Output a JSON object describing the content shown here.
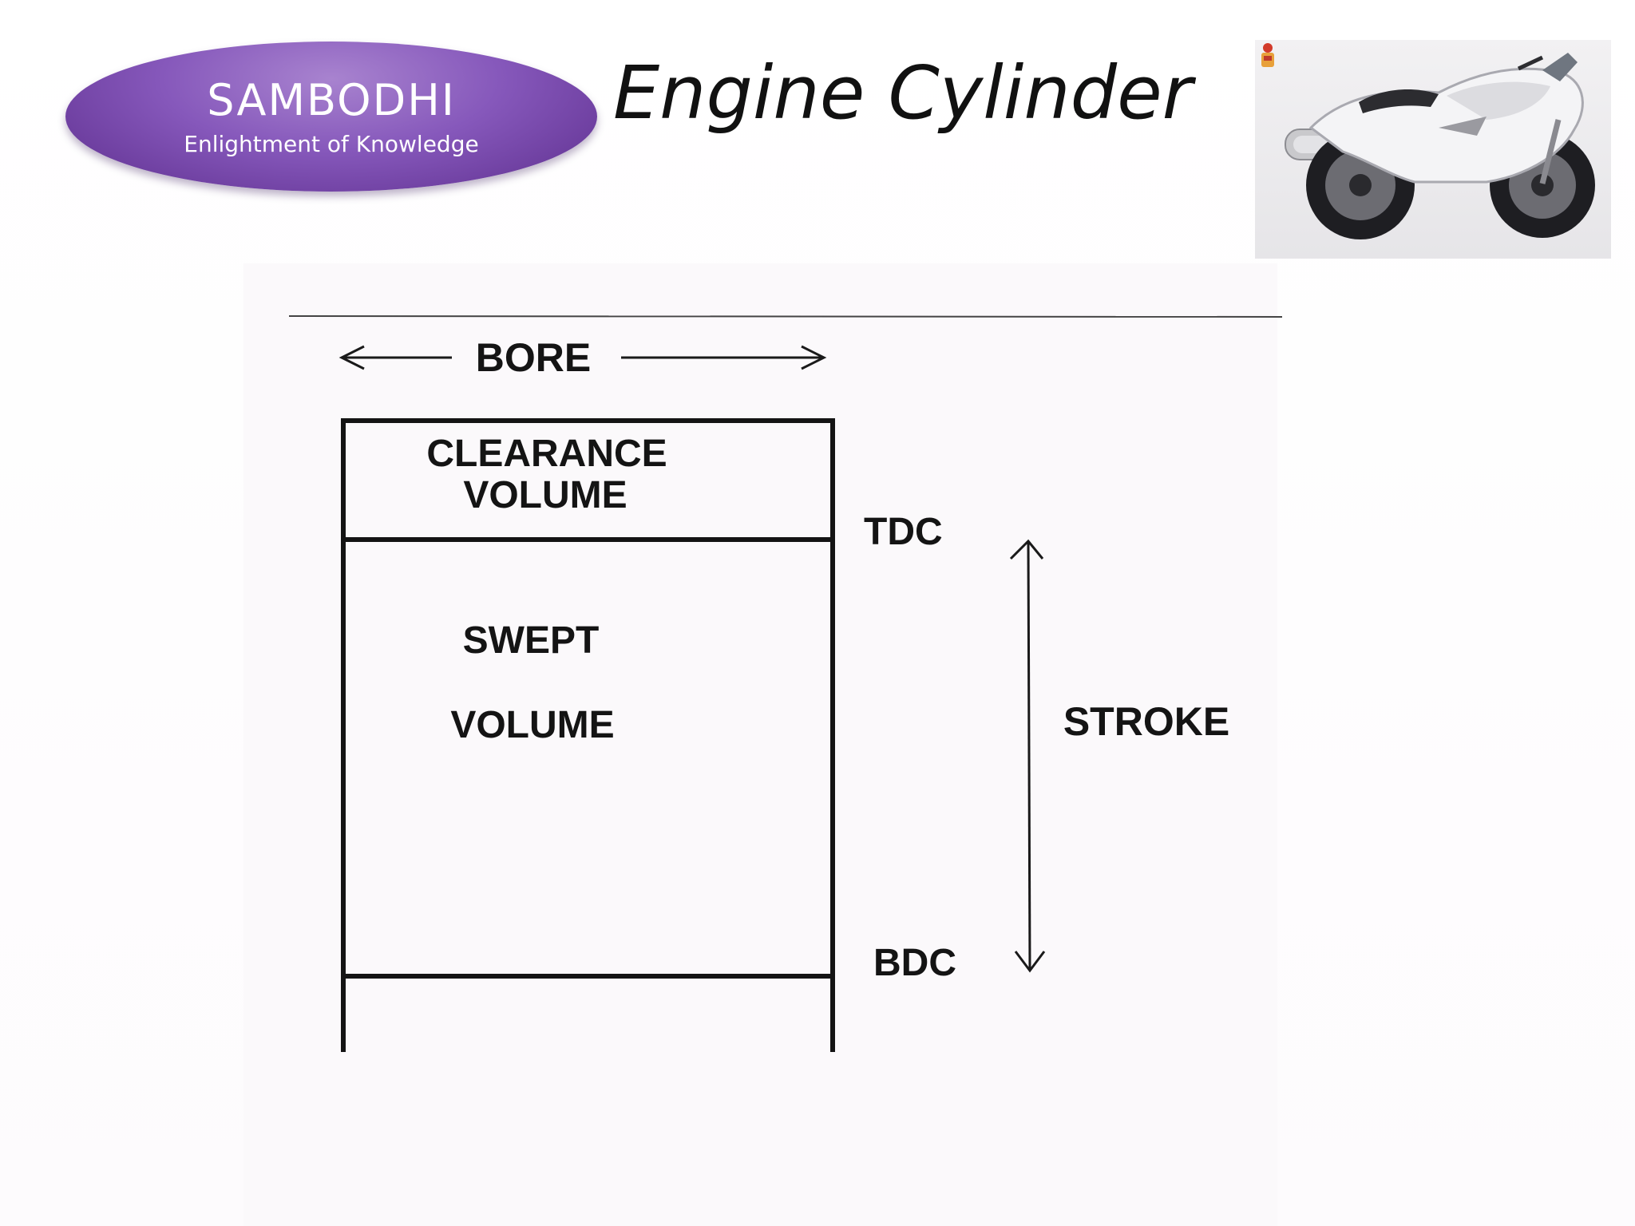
{
  "logo": {
    "name": "SAMBODHI",
    "tagline": "Enlightment of Knowledge"
  },
  "slide": {
    "title": "Engine Cylinder"
  },
  "diagram": {
    "bore": "BORE",
    "clearance_line1": "CLEARANCE",
    "clearance_line2": "VOLUME",
    "tdc": "TDC",
    "swept_line1": "SWEPT",
    "swept_line2": "VOLUME",
    "stroke": "STROKE",
    "bdc": "BDC"
  },
  "colors": {
    "logo_purple": "#7a4cae",
    "ink": "#141414"
  },
  "photo": {
    "icon": "motorcycle-photo"
  }
}
